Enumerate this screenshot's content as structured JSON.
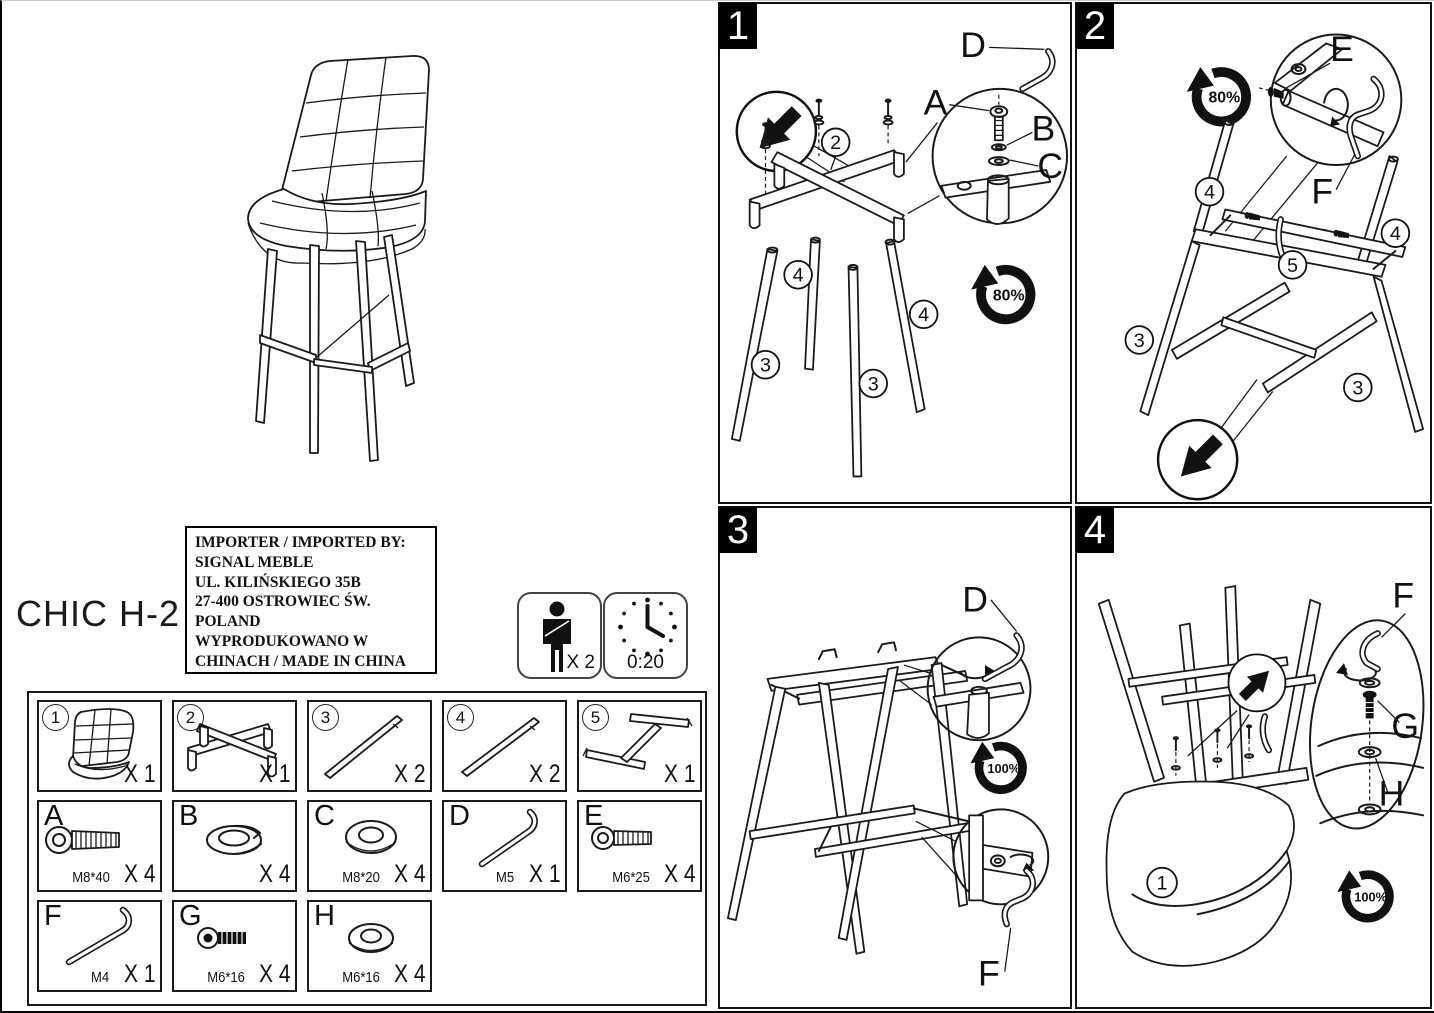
{
  "model_name": "CHIC H-2",
  "importer_box": {
    "line1": "IMPORTER / IMPORTED BY:",
    "line2": "SIGNAL MEBLE",
    "line3": "UL. KILIŃSKIEGO 35B",
    "line4": "27-400 OSTROWIEC ŚW.",
    "line5": "POLAND",
    "line6": "WYPRODUKOWANO W",
    "line7": "CHINACH / MADE IN CHINA"
  },
  "assembly_info": {
    "persons_required": "X 2",
    "assembly_time": "0:20"
  },
  "parts": {
    "seat": {
      "num": "1",
      "qty": "X 1"
    },
    "cross_frame": {
      "num": "2",
      "qty": "X 1"
    },
    "leg_a": {
      "num": "3",
      "qty": "X 2"
    },
    "leg_b": {
      "num": "4",
      "qty": "X 2"
    },
    "footrest": {
      "num": "5",
      "qty": "X 1"
    }
  },
  "hardware": {
    "a": {
      "letter": "A",
      "size": "M8*40",
      "qty": "X 4"
    },
    "b": {
      "letter": "B",
      "size": "",
      "qty": "X 4"
    },
    "c": {
      "letter": "C",
      "size": "M8*20",
      "qty": "X 4"
    },
    "d": {
      "letter": "D",
      "size": "M5",
      "qty": "X 1"
    },
    "e": {
      "letter": "E",
      "size": "M6*25",
      "qty": "X 4"
    },
    "f": {
      "letter": "F",
      "size": "M4",
      "qty": "X 1"
    },
    "g": {
      "letter": "G",
      "size": "M6*16",
      "qty": "X 4"
    },
    "h": {
      "letter": "H",
      "size": "M6*16",
      "qty": "X 4"
    }
  },
  "steps": {
    "s1": {
      "number": "1",
      "torque": "80%",
      "lblD": "D",
      "lblA": "A",
      "lblB": "B",
      "lblC": "C",
      "frame": "2",
      "leg4a": "4",
      "leg3a": "3",
      "leg3b": "3",
      "leg4b": "4"
    },
    "s2": {
      "number": "2",
      "torque": "80%",
      "lblE": "E",
      "lblF": "F",
      "leg4a": "4",
      "leg4b": "4",
      "footrest": "5",
      "leg3a": "3",
      "leg3b": "3"
    },
    "s3": {
      "number": "3",
      "torque": "100%",
      "lblD": "D",
      "lblF": "F"
    },
    "s4": {
      "number": "4",
      "torque": "100%",
      "lblF": "F",
      "lblG": "G",
      "lblH": "H",
      "seat": "1"
    }
  }
}
